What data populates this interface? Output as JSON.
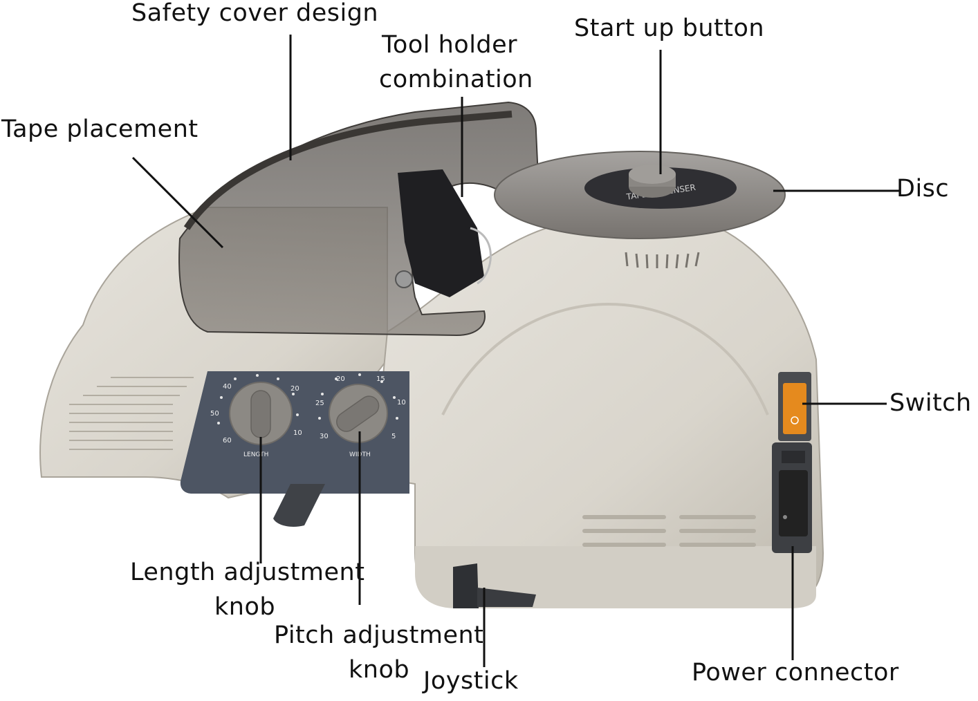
{
  "labels": {
    "safety_cover": "Safety cover design",
    "tool_holder_1": "Tool holder",
    "tool_holder_2": "combination",
    "start_button": "Start up button",
    "tape_placement": "Tape placement",
    "disc": "Disc",
    "switch": "Switch",
    "length_knob_1": "Length adjustment",
    "length_knob_2": "knob",
    "pitch_knob_1": "Pitch adjustment",
    "pitch_knob_2": "knob",
    "joystick": "Joystick",
    "power_connector": "Power connector"
  },
  "panel": {
    "length_caption": "LENGTH",
    "width_caption": "WIDTH",
    "length_ticks": [
      "40",
      "20",
      "50",
      "60",
      "10"
    ],
    "width_ticks": [
      "20",
      "15",
      "25",
      "10",
      "30",
      "5"
    ],
    "disc_text": "TAPE DISPENSER"
  },
  "colors": {
    "body": "#dcd8cf",
    "body_shadow": "#b9b4a9",
    "cover": "#6e6a66",
    "panel": "#4d5563",
    "knob": "#8c8984",
    "disc": "#8f8c89",
    "switch": "#e58a1e"
  }
}
